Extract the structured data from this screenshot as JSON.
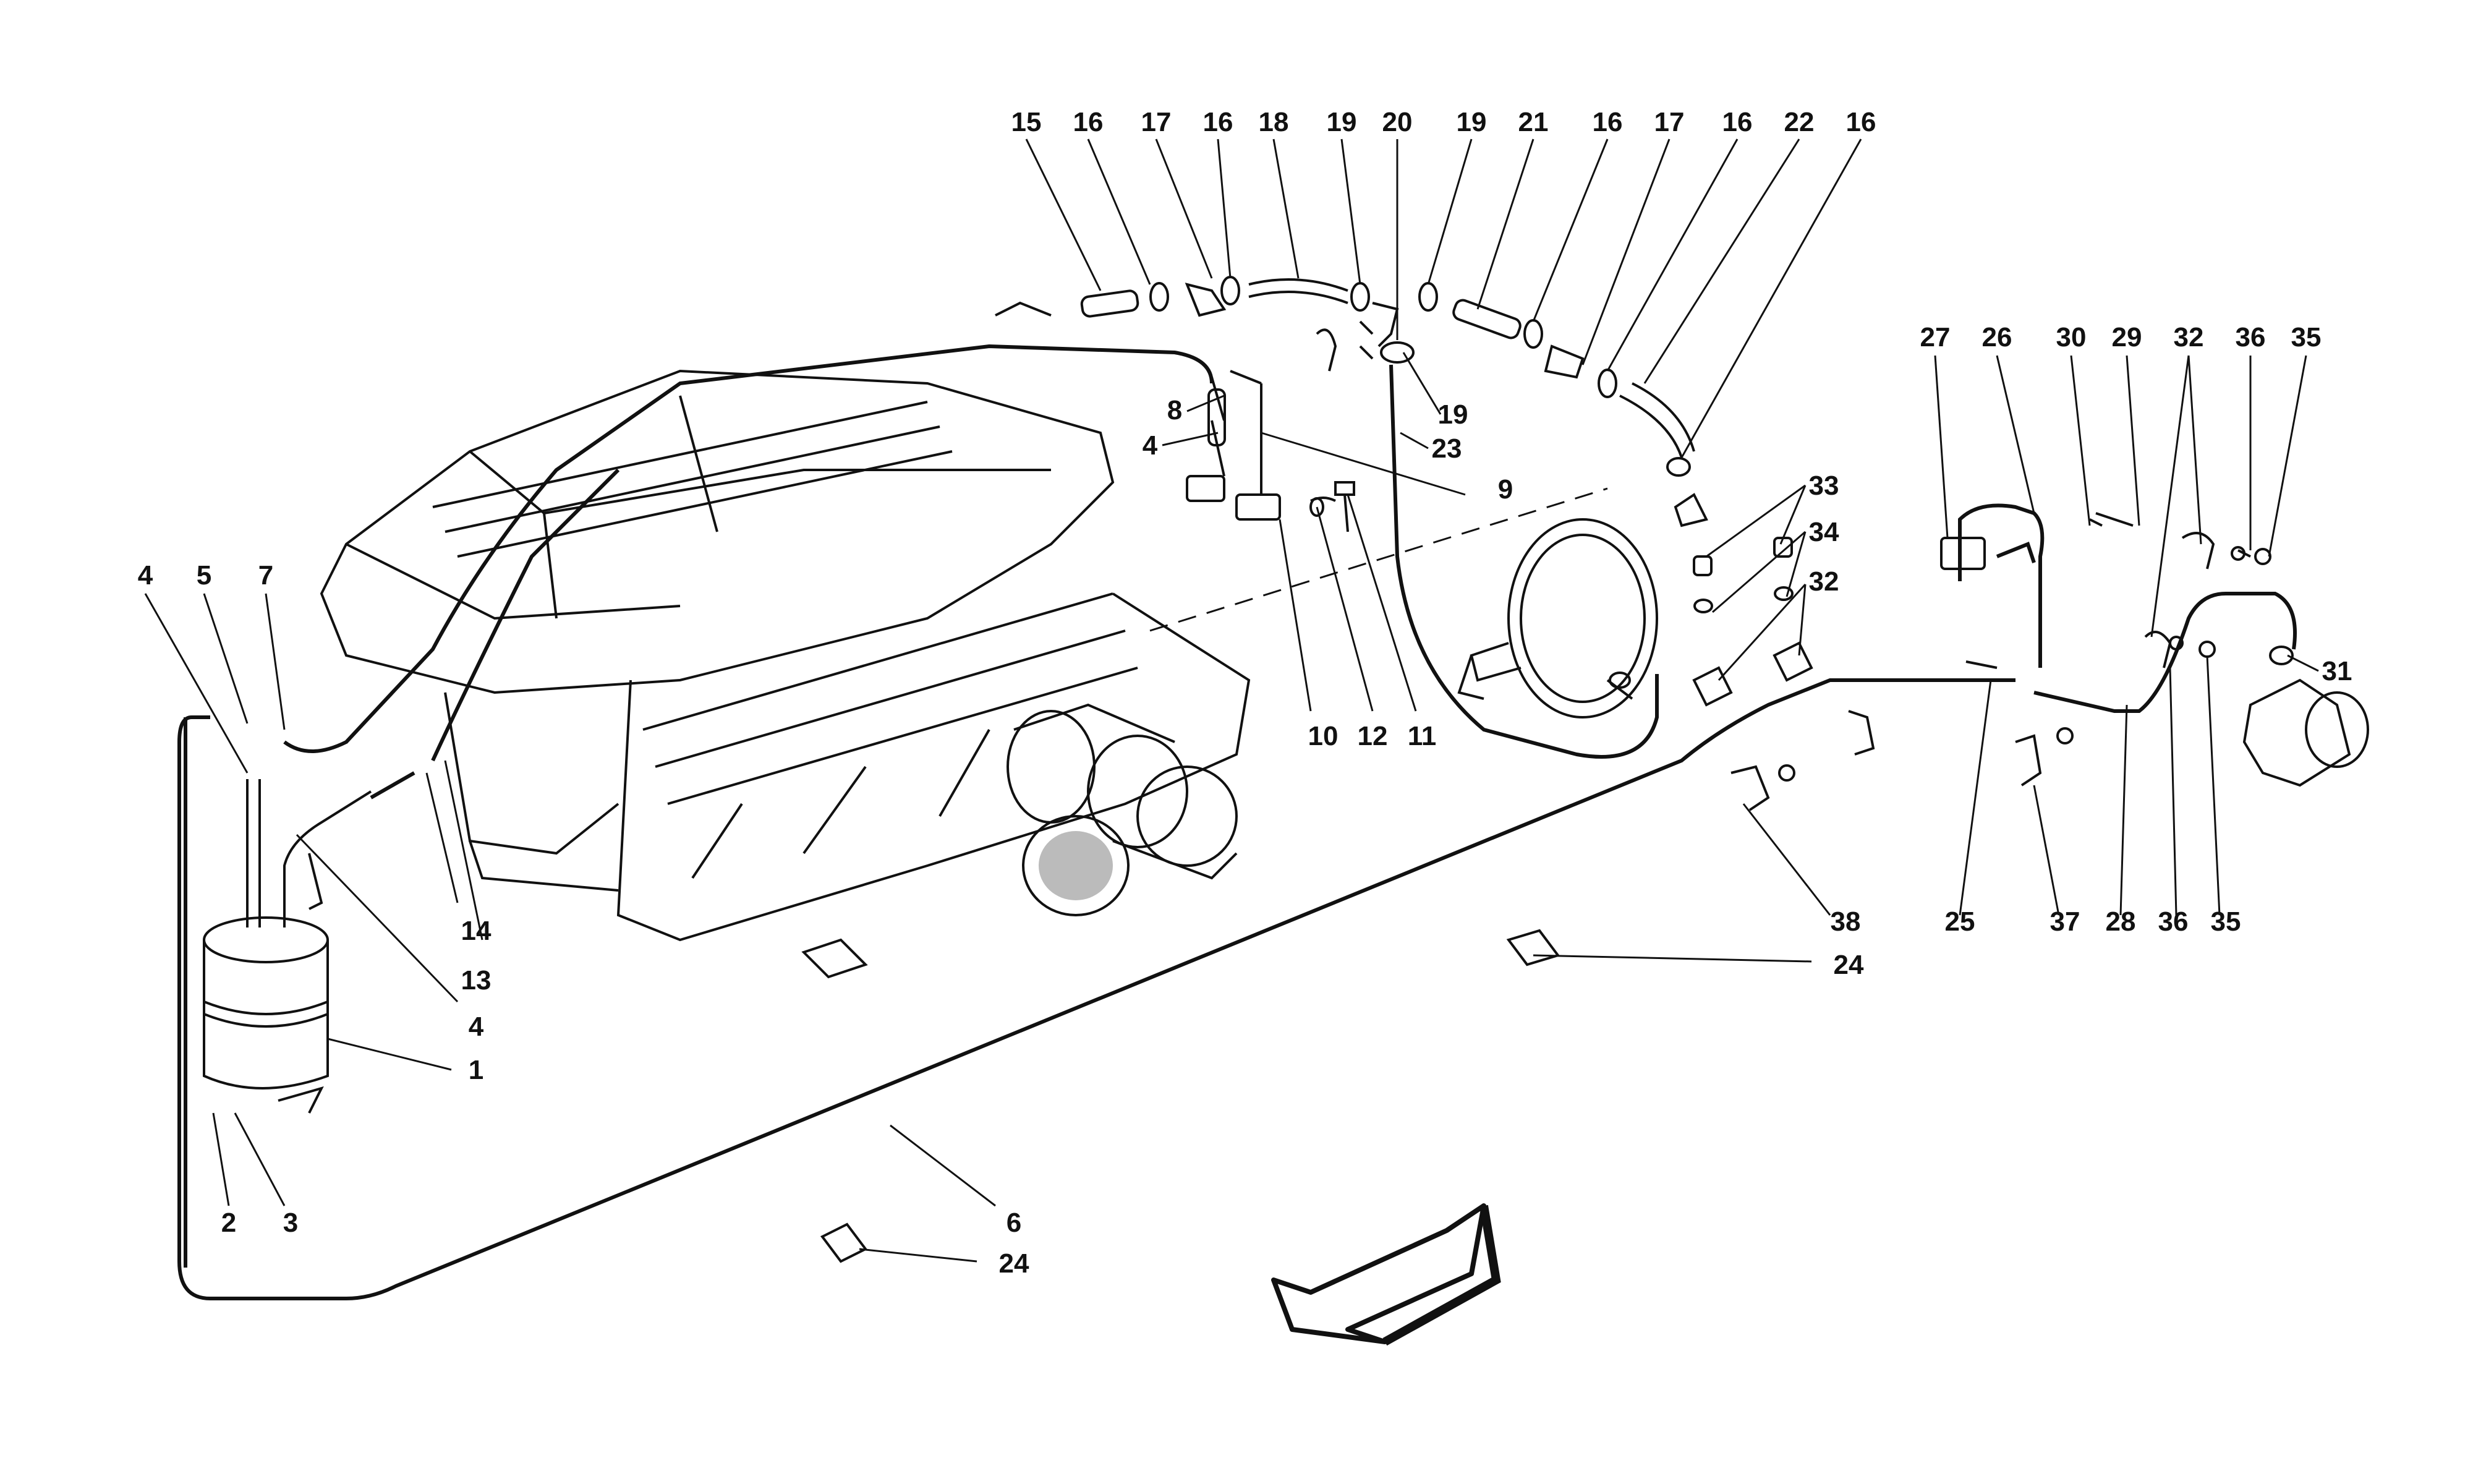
{
  "diagram": {
    "labels": [
      "1",
      "2",
      "3",
      "4",
      "5",
      "6",
      "7",
      "8",
      "9",
      "10",
      "11",
      "12",
      "13",
      "14",
      "15",
      "16",
      "17",
      "18",
      "19",
      "20",
      "21",
      "22",
      "23",
      "24",
      "25",
      "26",
      "27",
      "28",
      "29",
      "30",
      "31",
      "32",
      "33",
      "34",
      "35",
      "36",
      "37",
      "38"
    ],
    "callouts": [
      {
        "id": "15",
        "text": "15"
      },
      {
        "id": "16a",
        "text": "16"
      },
      {
        "id": "17a",
        "text": "17"
      },
      {
        "id": "16b",
        "text": "16"
      },
      {
        "id": "18",
        "text": "18"
      },
      {
        "id": "19a",
        "text": "19"
      },
      {
        "id": "20",
        "text": "20"
      },
      {
        "id": "19b",
        "text": "19"
      },
      {
        "id": "21",
        "text": "21"
      },
      {
        "id": "16c",
        "text": "16"
      },
      {
        "id": "17b",
        "text": "17"
      },
      {
        "id": "16d",
        "text": "16"
      },
      {
        "id": "22",
        "text": "22"
      },
      {
        "id": "16e",
        "text": "16"
      },
      {
        "id": "27",
        "text": "27"
      },
      {
        "id": "26",
        "text": "26"
      },
      {
        "id": "30",
        "text": "30"
      },
      {
        "id": "29",
        "text": "29"
      },
      {
        "id": "32a",
        "text": "32"
      },
      {
        "id": "36a",
        "text": "36"
      },
      {
        "id": "35a",
        "text": "35"
      },
      {
        "id": "8",
        "text": "8"
      },
      {
        "id": "4a",
        "text": "4"
      },
      {
        "id": "9",
        "text": "9"
      },
      {
        "id": "19c",
        "text": "19"
      },
      {
        "id": "23",
        "text": "23"
      },
      {
        "id": "33",
        "text": "33"
      },
      {
        "id": "34",
        "text": "34"
      },
      {
        "id": "32b",
        "text": "32"
      },
      {
        "id": "31",
        "text": "31"
      },
      {
        "id": "4b",
        "text": "4"
      },
      {
        "id": "5",
        "text": "5"
      },
      {
        "id": "7",
        "text": "7"
      },
      {
        "id": "10",
        "text": "10"
      },
      {
        "id": "12",
        "text": "12"
      },
      {
        "id": "11",
        "text": "11"
      },
      {
        "id": "14",
        "text": "14"
      },
      {
        "id": "13",
        "text": "13"
      },
      {
        "id": "4c",
        "text": "4"
      },
      {
        "id": "1",
        "text": "1"
      },
      {
        "id": "2",
        "text": "2"
      },
      {
        "id": "3",
        "text": "3"
      },
      {
        "id": "6",
        "text": "6"
      },
      {
        "id": "24a",
        "text": "24"
      },
      {
        "id": "24b",
        "text": "24"
      },
      {
        "id": "38",
        "text": "38"
      },
      {
        "id": "25",
        "text": "25"
      },
      {
        "id": "37",
        "text": "37"
      },
      {
        "id": "28",
        "text": "28"
      },
      {
        "id": "36b",
        "text": "36"
      },
      {
        "id": "35b",
        "text": "35"
      }
    ],
    "colors": {
      "ink": "#111111",
      "background": "#ffffff"
    },
    "icons": [
      "front-direction-arrow-icon"
    ]
  }
}
